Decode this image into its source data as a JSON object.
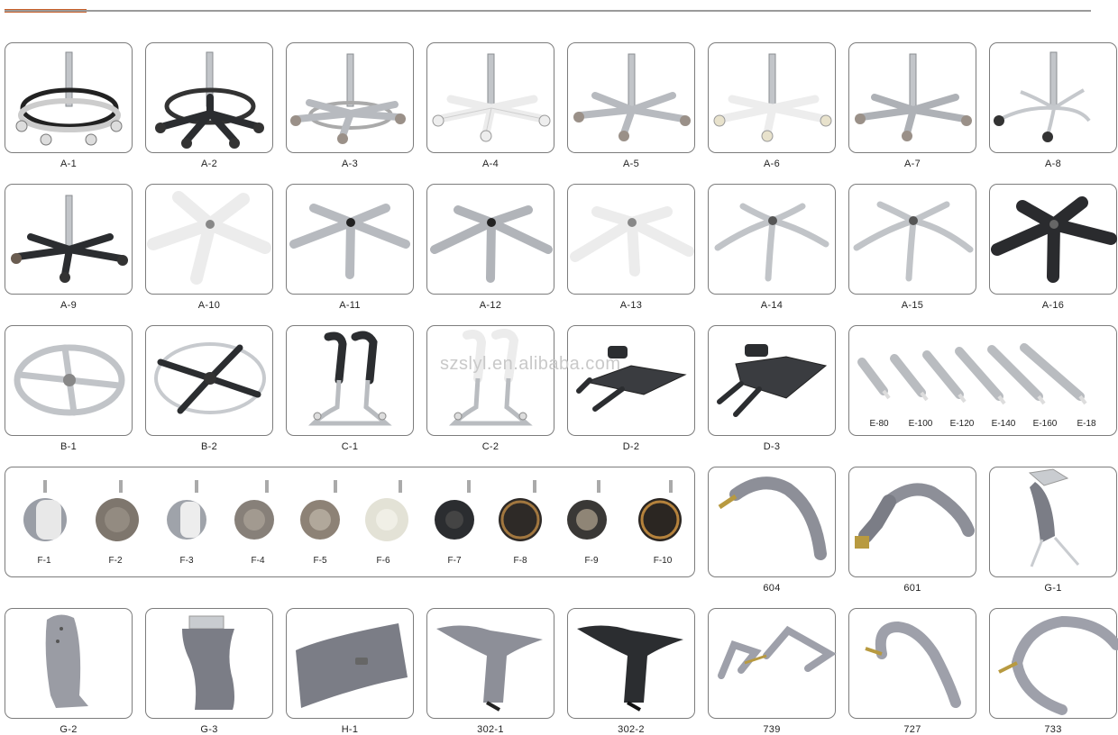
{
  "watermark": "szslyl.en.alibaba.com",
  "rows": [
    {
      "labels": [
        "A-1",
        "A-2",
        "A-3",
        "A-4",
        "A-5",
        "A-6",
        "A-7",
        "A-8"
      ]
    },
    {
      "labels": [
        "A-9",
        "A-10",
        "A-11",
        "A-12",
        "A-13",
        "A-14",
        "A-15",
        "A-16"
      ]
    },
    {
      "labels": [
        "B-1",
        "B-2",
        "C-1",
        "C-2",
        "D-2",
        "D-3"
      ]
    },
    {
      "labels": [
        "604",
        "601",
        "G-1"
      ]
    },
    {
      "labels": [
        "G-2",
        "G-3",
        "H-1",
        "302-1",
        "302-2",
        "739",
        "727",
        "733"
      ]
    }
  ],
  "gas_lifts": [
    "E-80",
    "E-100",
    "E-120",
    "E-140",
    "E-160",
    "E-18"
  ],
  "casters": [
    "F-1",
    "F-2",
    "F-3",
    "F-4",
    "F-5",
    "F-6",
    "F-7",
    "F-8",
    "F-9",
    "F-10"
  ],
  "colors": {
    "accent": "#c8602a",
    "border": "#7c7c7c",
    "chrome": "#b9bcc0",
    "dark": "#2b2d30",
    "white_plastic": "#ececec",
    "grey_pu": "#8d8f98"
  }
}
